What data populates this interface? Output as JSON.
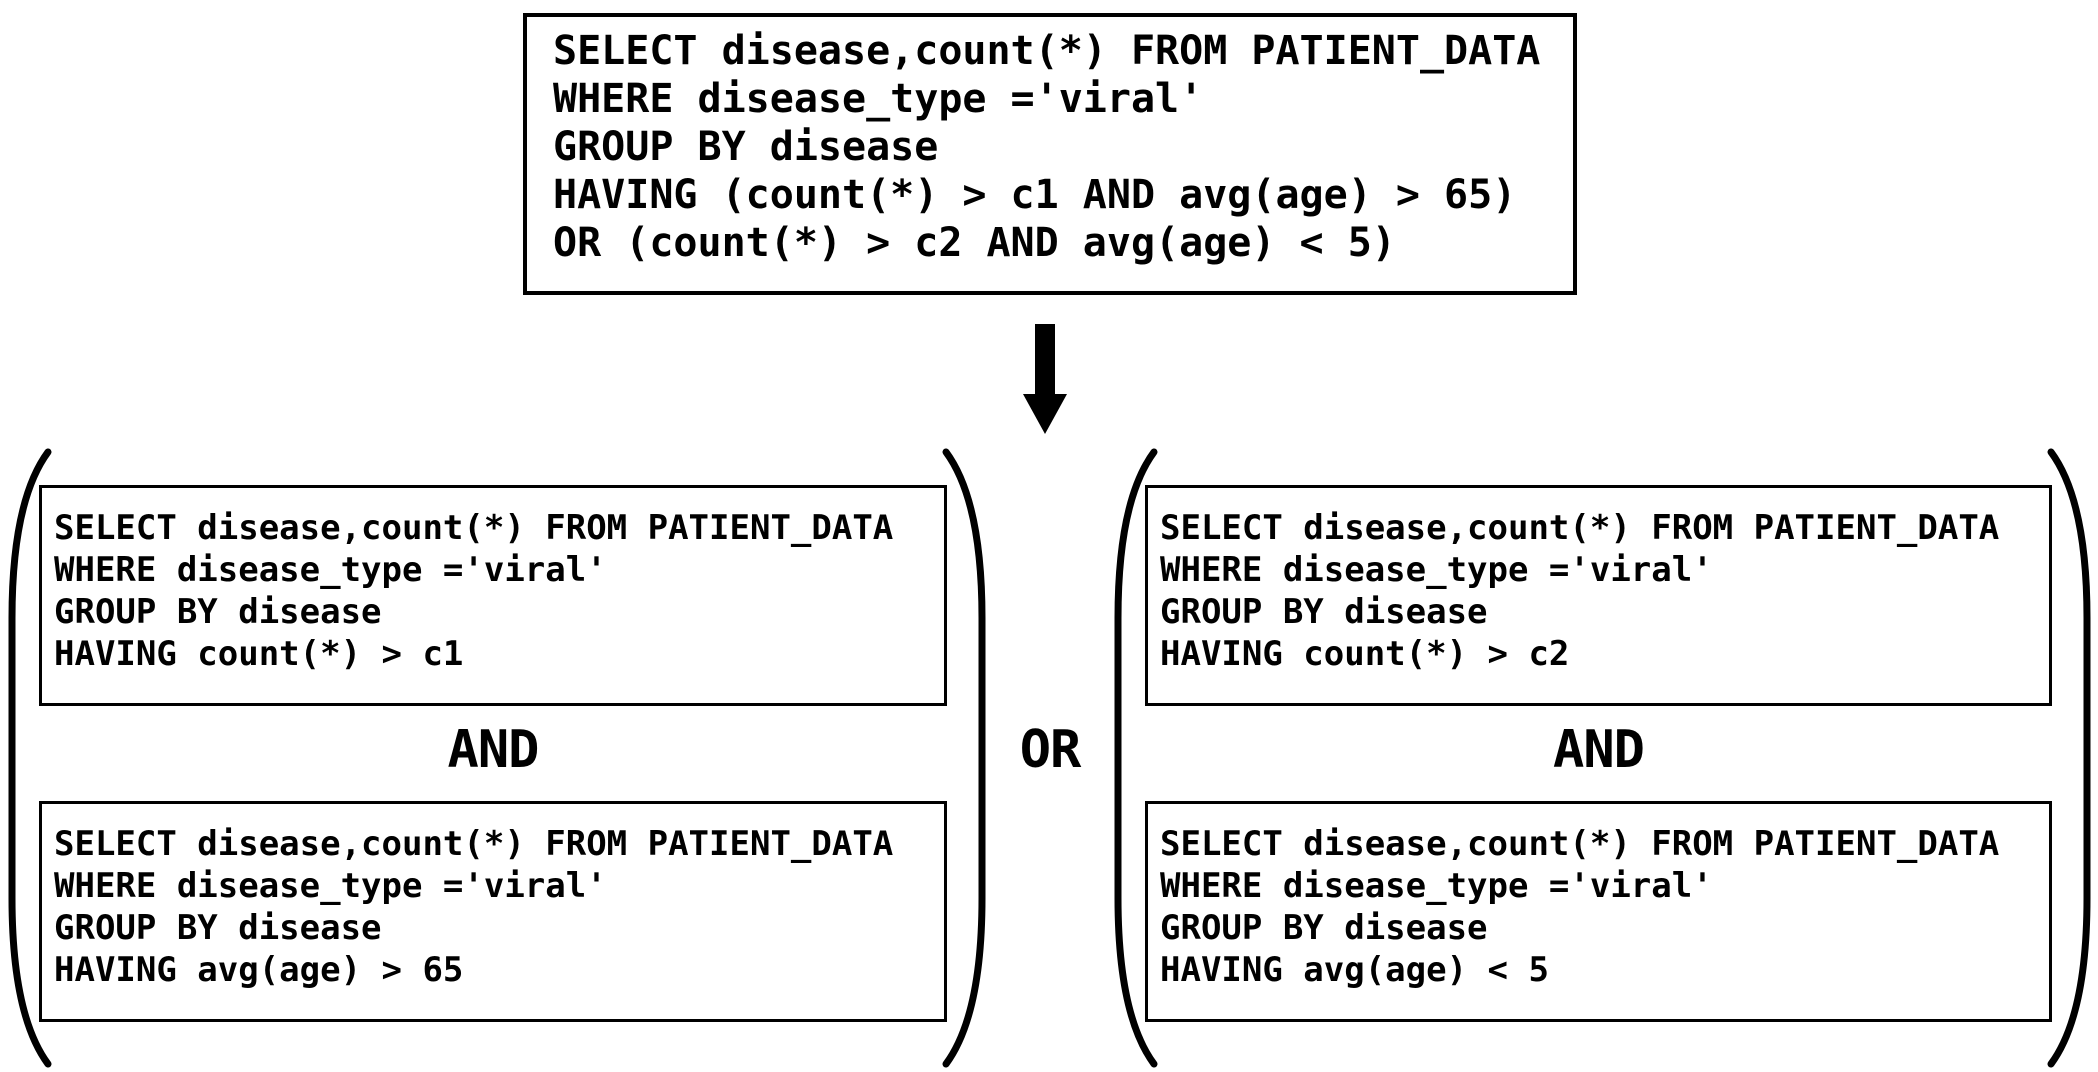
{
  "diagram": {
    "description": "SQL HAVING-clause disjunction decomposed into AND/OR sub-queries",
    "colors": {
      "ink": "#000000",
      "background": "#ffffff"
    },
    "original_query": {
      "sql": "SELECT disease,count(*) FROM PATIENT_DATA\nWHERE disease_type ='viral'\nGROUP BY disease\nHAVING (count(*) > c1 AND avg(age) > 65)\nOR (count(*) > c2 AND avg(age) < 5)"
    },
    "arrow": {
      "icon": "down-arrow",
      "direction": "down"
    },
    "or_operator": "OR",
    "left_group": {
      "top_query": "SELECT disease,count(*) FROM PATIENT_DATA\nWHERE disease_type ='viral'\nGROUP BY disease\nHAVING count(*) > c1",
      "operator": "AND",
      "bottom_query": "SELECT disease,count(*) FROM PATIENT_DATA\nWHERE disease_type ='viral'\nGROUP BY disease\nHAVING avg(age) > 65"
    },
    "right_group": {
      "top_query": "SELECT disease,count(*) FROM PATIENT_DATA\nWHERE disease_type ='viral'\nGROUP BY disease\nHAVING count(*) > c2",
      "operator": "AND",
      "bottom_query": "SELECT disease,count(*) FROM PATIENT_DATA\nWHERE disease_type ='viral'\nGROUP BY disease\nHAVING avg(age) < 5"
    }
  }
}
